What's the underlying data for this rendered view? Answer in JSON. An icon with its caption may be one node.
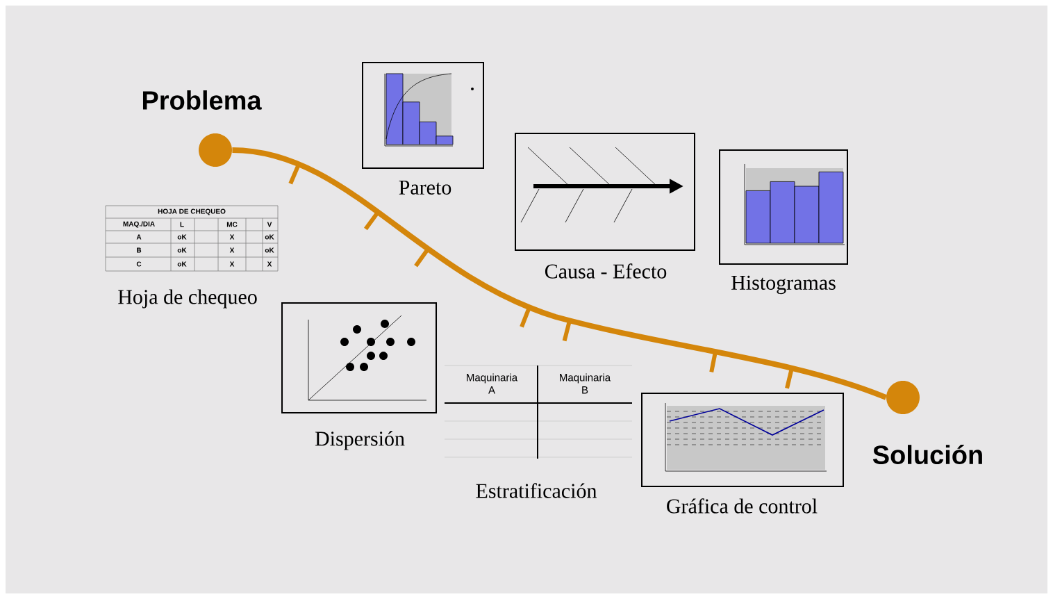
{
  "diagram": {
    "nodes": [
      {
        "text": [
          "Problema"
        ]
      },
      {
        "text": [
          "Solución"
        ]
      }
    ],
    "edges": [
      {
        "from": 0,
        "to": 1,
        "arrow": "none"
      }
    ],
    "labels": [
      "Pareto",
      "HOJA DE CHEQUEO",
      "MAQ./DIA",
      "L",
      "MC",
      "V",
      "A",
      "oK",
      "X",
      "oK",
      "B",
      "oK",
      "X",
      "oK",
      "C",
      "oK",
      "X",
      "X",
      "Hoja de chequeo",
      "Causa - Efecto",
      "Histogramas",
      "Dispersión",
      "Maquinaria A",
      "Maquinaria B",
      "Estratificación",
      "Gráfica de control"
    ]
  }
}
